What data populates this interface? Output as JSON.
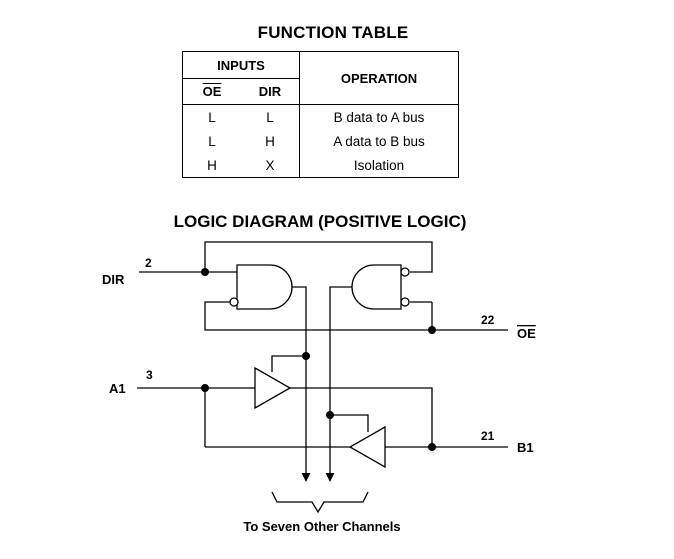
{
  "function_table": {
    "title": "FUNCTION TABLE",
    "inputs_header": "INPUTS",
    "operation_header": "OPERATION",
    "col_oe": "OE",
    "col_dir": "DIR",
    "rows": [
      {
        "oe": "L",
        "dir": "L",
        "operation": "B data to A bus"
      },
      {
        "oe": "L",
        "dir": "H",
        "operation": "A data to B bus"
      },
      {
        "oe": "H",
        "dir": "X",
        "operation": "Isolation"
      }
    ]
  },
  "logic_diagram": {
    "title": "LOGIC DIAGRAM (POSITIVE LOGIC)",
    "dir_label": "DIR",
    "dir_pin": "2",
    "oe_label": "OE",
    "oe_pin": "22",
    "a1_label": "A1",
    "a1_pin": "3",
    "b1_label": "B1",
    "b1_pin": "21",
    "footer": "To Seven Other Channels"
  }
}
